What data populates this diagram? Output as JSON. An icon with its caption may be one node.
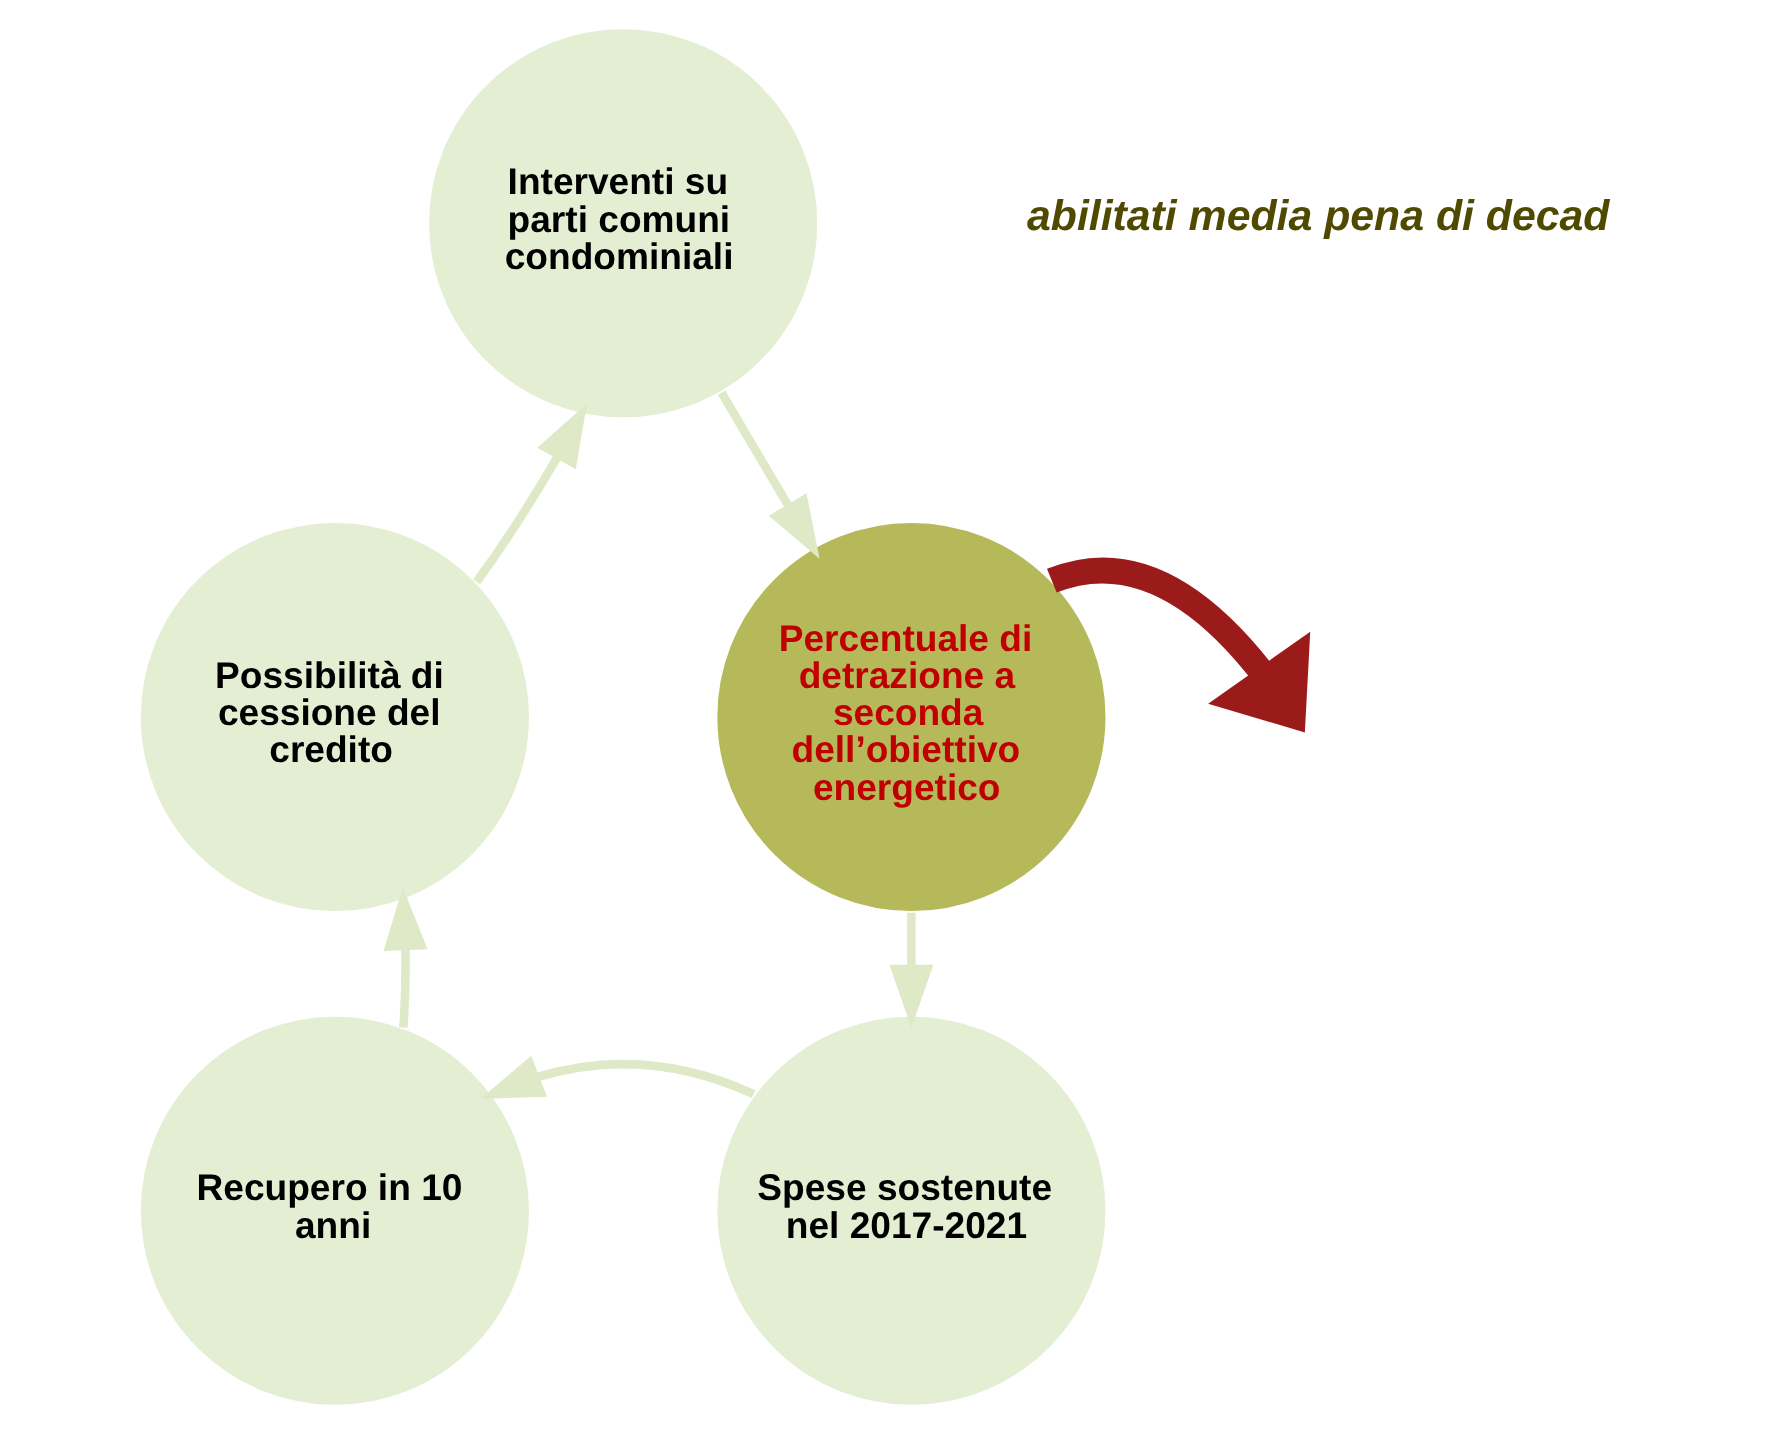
{
  "diagram": {
    "nodes": [
      {
        "text": [
          "Interventi su parti comuni condominiali"
        ]
      },
      {
        "text": [
          "Percentuale di detrazione a seconda dell’obiettivo energetico"
        ]
      },
      {
        "text": [
          "Spese sostenute nel 2017-2021"
        ]
      },
      {
        "text": [
          "Recupero in 10 anni"
        ]
      },
      {
        "text": [
          "Possibilità di cessione del credito"
        ]
      }
    ],
    "edges": [
      {
        "from": 0,
        "to": 1,
        "arrow": "to"
      },
      {
        "from": 1,
        "to": 2,
        "arrow": "to"
      },
      {
        "from": 2,
        "to": 3,
        "arrow": "to"
      },
      {
        "from": 3,
        "to": 4,
        "arrow": "to"
      },
      {
        "from": 4,
        "to": 0,
        "arrow": "to"
      },
      {
        "from": 1,
        "to": null,
        "arrow": "to",
        "style": "thick",
        "color": "#9b1b1b"
      }
    ],
    "labels": [
      "abilitati media pena di decad"
    ]
  }
}
